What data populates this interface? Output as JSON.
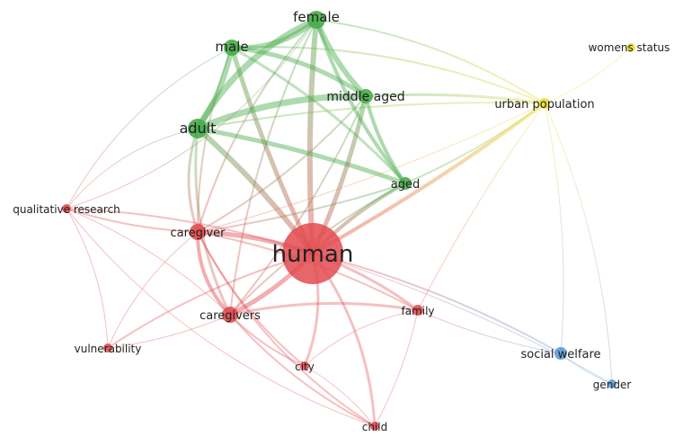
{
  "network": {
    "nodes": [
      {
        "id": "human",
        "label": "human",
        "cluster": "red"
      },
      {
        "id": "female",
        "label": "female",
        "cluster": "green"
      },
      {
        "id": "male",
        "label": "male",
        "cluster": "green"
      },
      {
        "id": "adult",
        "label": "adult",
        "cluster": "green"
      },
      {
        "id": "middle-aged",
        "label": "middle aged",
        "cluster": "green"
      },
      {
        "id": "aged",
        "label": "aged",
        "cluster": "green"
      },
      {
        "id": "urban-population",
        "label": "urban population",
        "cluster": "yellow"
      },
      {
        "id": "womens-status",
        "label": "womens status",
        "cluster": "yellow"
      },
      {
        "id": "qualitative-research",
        "label": "qualitative research",
        "cluster": "red"
      },
      {
        "id": "caregiver",
        "label": "caregiver",
        "cluster": "red"
      },
      {
        "id": "caregivers",
        "label": "caregivers",
        "cluster": "red"
      },
      {
        "id": "family",
        "label": "family",
        "cluster": "red"
      },
      {
        "id": "vulnerability",
        "label": "vulnerability",
        "cluster": "red"
      },
      {
        "id": "city",
        "label": "city",
        "cluster": "red"
      },
      {
        "id": "child",
        "label": "child",
        "cluster": "red"
      },
      {
        "id": "social-welfare",
        "label": "social welfare",
        "cluster": "blue"
      },
      {
        "id": "gender",
        "label": "gender",
        "cluster": "blue"
      }
    ],
    "cluster_colors": {
      "red": "#e24b4f",
      "green": "#49ac4c",
      "yellow": "#e8e03a",
      "blue": "#5b9bd5"
    }
  }
}
